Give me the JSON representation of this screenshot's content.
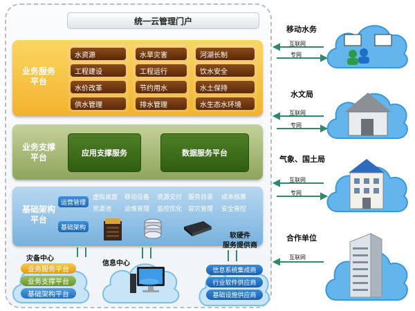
{
  "portal": {
    "title": "统一云管理门户"
  },
  "business": {
    "label_line1": "业务服务",
    "label_line2": "平台",
    "columns": [
      [
        "水资源",
        "工程建设",
        "水价改革",
        "供水管理"
      ],
      [
        "水旱灾害",
        "工程运行",
        "节约用水",
        "排水管理"
      ],
      [
        "河湖长制",
        "饮水安全",
        "水土保持",
        "水生态水环境"
      ]
    ]
  },
  "support": {
    "label_line1": "业务支撑",
    "label_line2": "平台",
    "buttons": [
      "应用支撑服务",
      "数据服务平台"
    ]
  },
  "infra": {
    "label_line1": "基础架构",
    "label_line2": "平台",
    "side_buttons": [
      "运营管理",
      "基础架构"
    ],
    "row1": [
      "虚拟桌面",
      "移动设备",
      "资源交付",
      "服务目录",
      "成本核算"
    ],
    "row2": [
      "资源池",
      "运维管理",
      "监控优化",
      "容灾管理",
      "安全管控"
    ]
  },
  "supplier_label": {
    "line1": "软硬件",
    "line2": "服务提供商"
  },
  "bottom": {
    "backup": {
      "title": "灾备中心",
      "items": [
        "业务服务平台",
        "业务支撑平台",
        "基础架构平台"
      ]
    },
    "info_center": {
      "title": "信息中心"
    },
    "providers": {
      "items": [
        "信息系统集成商",
        "行业软件供应商",
        "基础设施供应商"
      ]
    }
  },
  "right": {
    "nodes": [
      {
        "label": "移动水务",
        "links": [
          "互联网",
          "专网"
        ]
      },
      {
        "label": "水文局",
        "links": [
          "互联网",
          "专网"
        ]
      },
      {
        "label": "气象、国土局",
        "links": [
          "互联网",
          "专网"
        ]
      },
      {
        "label": "合作单位",
        "links": [
          "互联网"
        ]
      }
    ]
  },
  "colors": {
    "business": "#f3b22d",
    "support": "#8ea55c",
    "infra": "#76b1de",
    "cell": "#6a3510",
    "cloud": "#5fb4ec",
    "arrow": "#2c8a6a"
  }
}
